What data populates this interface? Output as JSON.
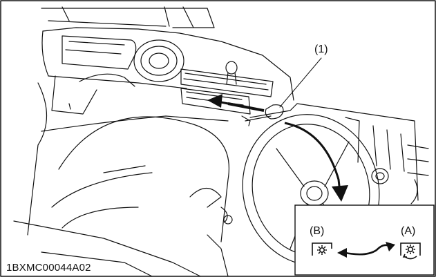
{
  "figure": {
    "callout_part": "(1)",
    "inset": {
      "position_b_label": "(B)",
      "position_a_label": "(A)",
      "position_b_icon": "wiper-intermittent-off-icon",
      "position_a_icon": "wiper-intermittent-on-icon",
      "arrow_icon": "curved-double-arrow-icon"
    },
    "document_code": "1BXMC00044A02"
  },
  "colors": {
    "line": "#111111",
    "background": "#ffffff"
  }
}
